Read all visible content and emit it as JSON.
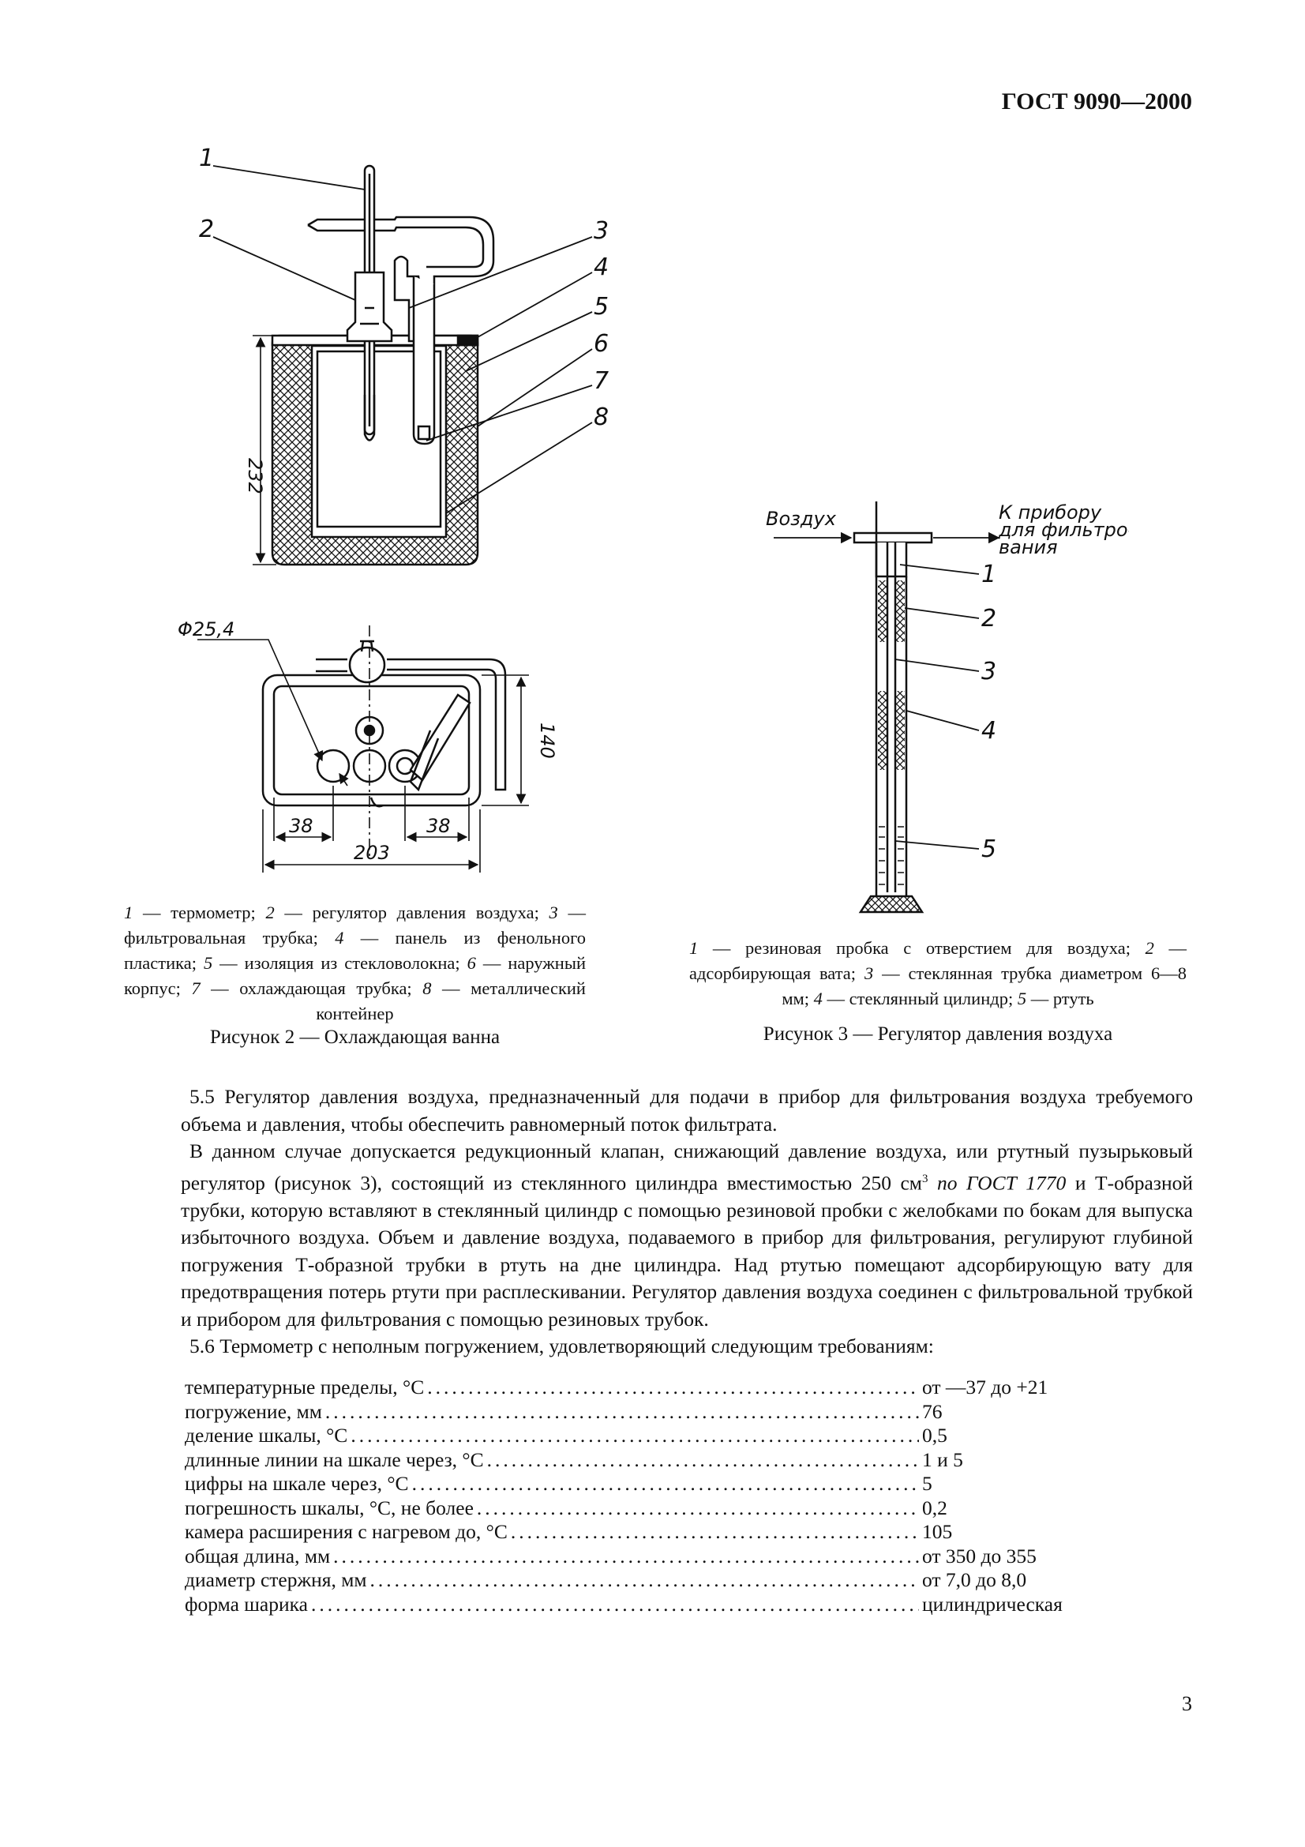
{
  "header": {
    "doc_code": "ГОСТ 9090—2000"
  },
  "figure2": {
    "side_labels": [
      "1",
      "2",
      "3",
      "4",
      "5",
      "6",
      "7",
      "8"
    ],
    "dim_height": "232",
    "diameter_label": "Φ25,4",
    "dim_depth": "140",
    "dim_left": "38",
    "dim_right": "38",
    "dim_width": "203",
    "legend": [
      {
        "n": "1",
        "t": " — термометр; "
      },
      {
        "n": "2",
        "t": " — регулятор давления воздуха; "
      },
      {
        "n": "3",
        "t": " — фильтровальная трубка; "
      },
      {
        "n": "4",
        "t": " — панель из фенольного пластика; "
      },
      {
        "n": "5",
        "t": " — изоляция из стекловолокна; "
      },
      {
        "n": "6",
        "t": " — наружный корпус; "
      },
      {
        "n": "7",
        "t": " — охлаждающая трубка; "
      },
      {
        "n": "8",
        "t": " — металлический контейнер"
      }
    ],
    "caption": "Рисунок 2 — Охлаждающая ванна"
  },
  "figure3": {
    "inlet_label": "Воздух",
    "outlet_label_lines": [
      "К прибору",
      "для фильтро-",
      "вания"
    ],
    "labels": [
      "1",
      "2",
      "3",
      "4",
      "5"
    ],
    "legend": [
      {
        "n": "1",
        "t": " — резиновая пробка с отверстием для воздуха; "
      },
      {
        "n": "2",
        "t": " — адсорбирующая вата; "
      },
      {
        "n": "3",
        "t": " — стеклянная трубка диаметром 6—8 мм; "
      },
      {
        "n": "4",
        "t": " — стеклянный цилиндр; "
      },
      {
        "n": "5",
        "t": " — ртуть"
      }
    ],
    "caption": "Рисунок 3 — Регулятор давления воздуха"
  },
  "body": {
    "p1": "5.5 Регулятор давления воздуха, предназначенный для подачи в прибор для фильтрования воздуха требуемого объема и давления, чтобы обеспечить равномерный поток фильтрата.",
    "p2_a": "В данном случае допускается редукционный клапан, снижающий давление воздуха, или ртутный пузырьковый регулятор (рисунок 3), состоящий из стеклянного цилиндра вместимостью 250 см",
    "p2_sup": "3",
    "p2_ref": "по ГОСТ 1770",
    "p2_b": "и Т-образной трубки, которую вставляют в стеклянный цилиндр с помощью резиновой пробки с желобками по бокам для выпуска избыточного воздуха. Объем и давление воздуха, подаваемого в прибор для фильтрования, регулируют глубиной погружения Т-образной трубки в ртуть на дне цилиндра. Над ртутью помещают адсорбирующую вату для предотвращения потерь ртути при расплескивании. Регулятор давления воздуха соединен с фильтровальной трубкой и прибором для фильтрования с помощью резиновых трубок.",
    "p3": "5.6 Термометр с неполным погружением, удовлетворяющий следующим требованиям:"
  },
  "specs": [
    {
      "label": "температурные пределы, °С",
      "value": "от —37 до +21"
    },
    {
      "label": "погружение, мм",
      "value": "76"
    },
    {
      "label": "деление шкалы, °С",
      "value": "0,5"
    },
    {
      "label": "длинные линии на шкале через, °С",
      "value": "1 и 5"
    },
    {
      "label": "цифры на шкале через, °С",
      "value": "5"
    },
    {
      "label": "погрешность шкалы, °С, не более",
      "value": "0,2"
    },
    {
      "label": "камера расширения с нагревом до, °С",
      "value": "105"
    },
    {
      "label": "общая длина, мм",
      "value": "от 350 до 355"
    },
    {
      "label": "диаметр стержня, мм",
      "value": "от 7,0 до 8,0"
    },
    {
      "label": "форма шарика",
      "value": "цилиндрическая"
    }
  ],
  "page_number": "3"
}
